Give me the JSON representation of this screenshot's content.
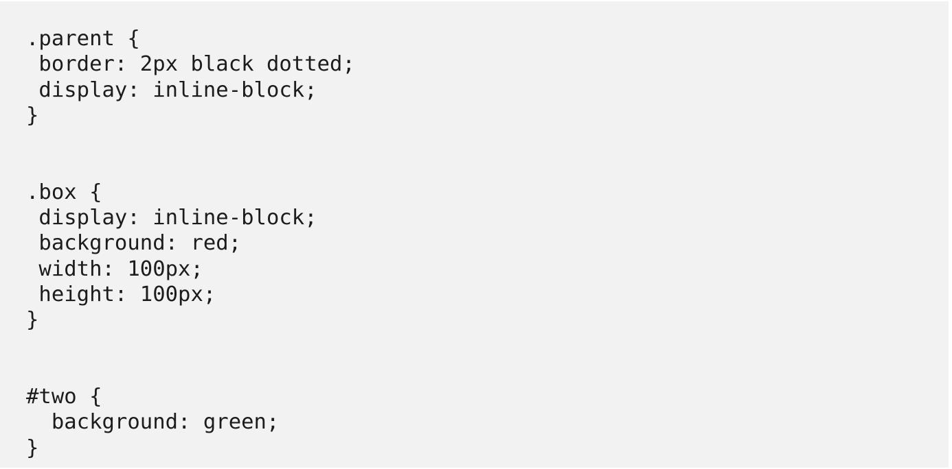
{
  "code": {
    "lines": [
      ".parent {",
      " border: 2px black dotted;",
      " display: inline-block;",
      "}",
      "",
      "",
      ".box {",
      " display: inline-block;",
      " background: red;",
      " width: 100px;",
      " height: 100px;",
      "}",
      "",
      "",
      "#two {",
      "  background: green;",
      "}"
    ]
  }
}
